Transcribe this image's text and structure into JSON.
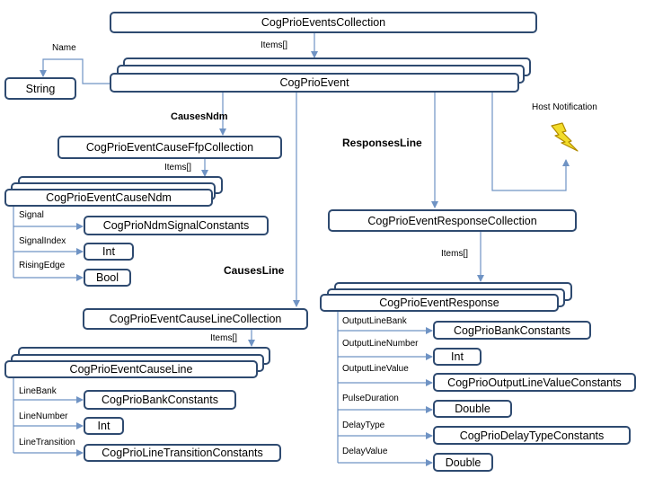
{
  "nodes": {
    "events_collection": "CogPrioEventsCollection",
    "event": "CogPrioEvent",
    "string": "String",
    "cause_ffp_collection": "CogPrioEventCauseFfpCollection",
    "cause_ndm": "CogPrioEventCauseNdm",
    "ndm_signal_constants": "CogPrioNdmSignalConstants",
    "ndm_int": "Int",
    "ndm_bool": "Bool",
    "cause_line_collection": "CogPrioEventCauseLineCollection",
    "cause_line": "CogPrioEventCauseLine",
    "line_bank_constants": "CogPrioBankConstants",
    "line_int": "Int",
    "line_transition_constants": "CogPrioLineTransitionConstants",
    "response_collection": "CogPrioEventResponseCollection",
    "response": "CogPrioEventResponse",
    "resp_bank_constants": "CogPrioBankConstants",
    "resp_int": "Int",
    "output_line_value_constants": "CogPrioOutputLineValueConstants",
    "pulse_double": "Double",
    "delay_type_constants": "CogPrioDelayTypeConstants",
    "delay_double": "Double"
  },
  "labels": {
    "items_events": "Items[]",
    "name": "Name",
    "causes_ndm": "CausesNdm",
    "responses_line": "ResponsesLine",
    "host_notification": "Host Notification",
    "items_ffp": "Items[]",
    "causes_line": "CausesLine",
    "items_response": "Items[]",
    "items_cause_line": "Items[]",
    "signal": "Signal",
    "signal_index": "SignalIndex",
    "rising_edge": "RisingEdge",
    "line_bank": "LineBank",
    "line_number": "LineNumber",
    "line_transition": "LineTransition",
    "output_line_bank": "OutputLineBank",
    "output_line_number": "OutputLineNumber",
    "output_line_value": "OutputLineValue",
    "pulse_duration": "PulseDuration",
    "delay_type": "DelayType",
    "delay_value": "DelayValue"
  },
  "colors": {
    "box_border": "#2e4a70",
    "connector": "#6f93c4",
    "lightning_fill": "#f2dc2a",
    "lightning_stroke": "#b08a00"
  },
  "icons": {
    "host_notification": "lightning-bolt-icon"
  }
}
